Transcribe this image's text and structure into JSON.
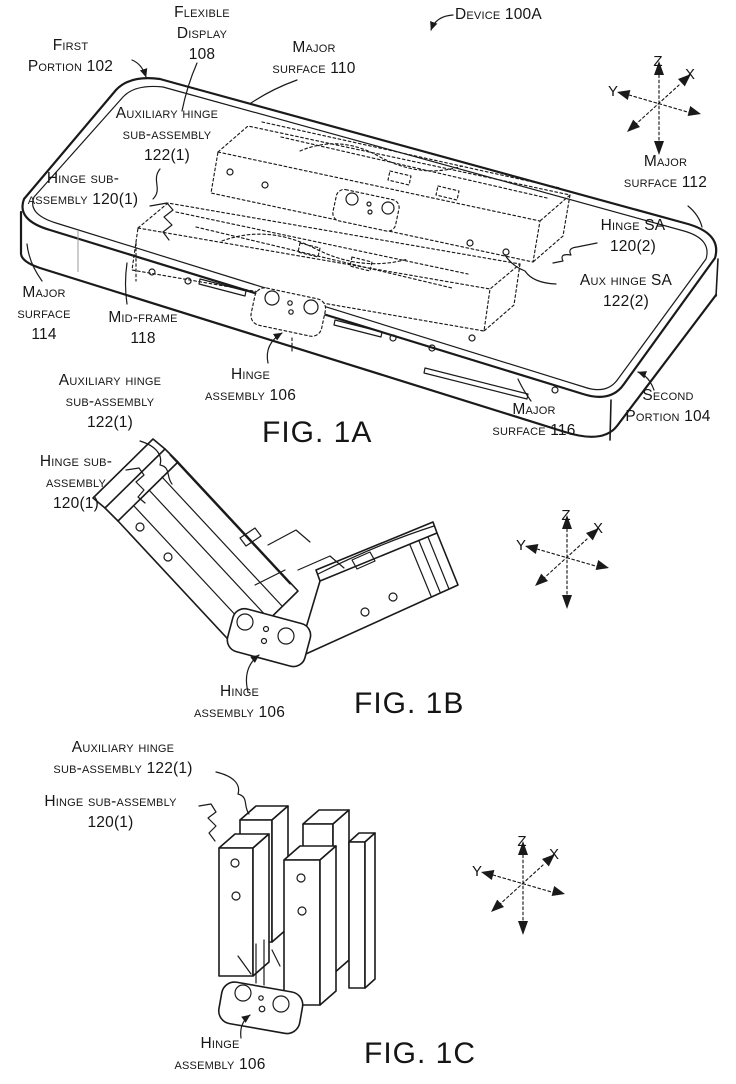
{
  "page": {
    "background": "#ffffff",
    "ink_color": "#1a1a1a"
  },
  "axes": {
    "z": "Z",
    "x": "X",
    "y": "Y"
  },
  "fig1a": {
    "caption": "FIG. 1A",
    "device": "Device 100A",
    "flexible_display": [
      "Flexible",
      "Display",
      "108"
    ],
    "first_portion": [
      "First",
      "Portion 102"
    ],
    "major_surface_110": [
      "Major",
      "surface 110"
    ],
    "aux_hinge_sub": [
      "Auxiliary hinge",
      "sub-assembly",
      "122(1)"
    ],
    "hinge_sub": [
      "Hinge sub-",
      "assembly 120(1)"
    ],
    "major_surface_114": [
      "Major",
      "surface",
      "114"
    ],
    "mid_frame": [
      "Mid-frame",
      "118"
    ],
    "hinge_assembly": [
      "Hinge",
      "assembly 106"
    ],
    "major_surface_112": [
      "Major",
      "surface 112"
    ],
    "hinge_sa": [
      "Hinge SA",
      "120(2)"
    ],
    "aux_hinge_sa": [
      "Aux hinge SA",
      "122(2)"
    ],
    "major_surface_116": [
      "Major",
      "surface 116"
    ],
    "second_portion": [
      "Second",
      "Portion 104"
    ]
  },
  "fig1b": {
    "caption": "FIG. 1B",
    "aux_hinge_sub": [
      "Auxiliary hinge",
      "sub-assembly",
      "122(1)"
    ],
    "hinge_sub": [
      "Hinge sub-",
      "assembly",
      "120(1)"
    ],
    "hinge_assembly": [
      "Hinge",
      "assembly 106"
    ]
  },
  "fig1c": {
    "caption": "FIG. 1C",
    "aux_hinge_sub": [
      "Auxiliary hinge",
      "sub-assembly 122(1)"
    ],
    "hinge_sub": [
      "Hinge sub-assembly",
      "120(1)"
    ],
    "hinge_assembly": [
      "Hinge",
      "assembly 106"
    ]
  }
}
